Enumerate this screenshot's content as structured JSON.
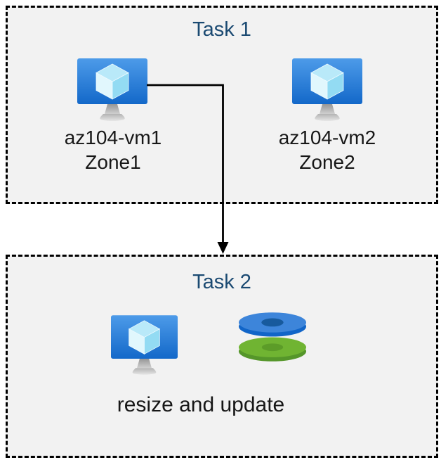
{
  "task1": {
    "title": "Task 1",
    "vms": [
      {
        "name": "az104-vm1",
        "zone": "Zone1"
      },
      {
        "name": "az104-vm2",
        "zone": "Zone2"
      }
    ]
  },
  "task2": {
    "title": "Task 2",
    "caption": "resize and update"
  },
  "connector": {
    "from": "az104-vm1",
    "to": "Task 2"
  },
  "icons": {
    "vm": "virtual-machine-icon",
    "disks": "disks-icon"
  },
  "colors": {
    "title": "#1b4a72",
    "label": "#171717",
    "panel_background": "#f2f2f2",
    "border": "#000000",
    "arrow": "#000000",
    "vm_screen_top": "#4d9be9",
    "vm_screen_bottom": "#1368c9",
    "cube_top": "#b9e9f9",
    "cube_left": "#e1f7fd",
    "cube_right": "#93dbf3",
    "disk_blue_top": "#3d85da",
    "disk_blue_side": "#1165c8",
    "disk_blue_hole": "#175a9d",
    "disk_green_top": "#70b432",
    "disk_green_side": "#55962a",
    "disk_green_hole": "#5c9c28"
  }
}
